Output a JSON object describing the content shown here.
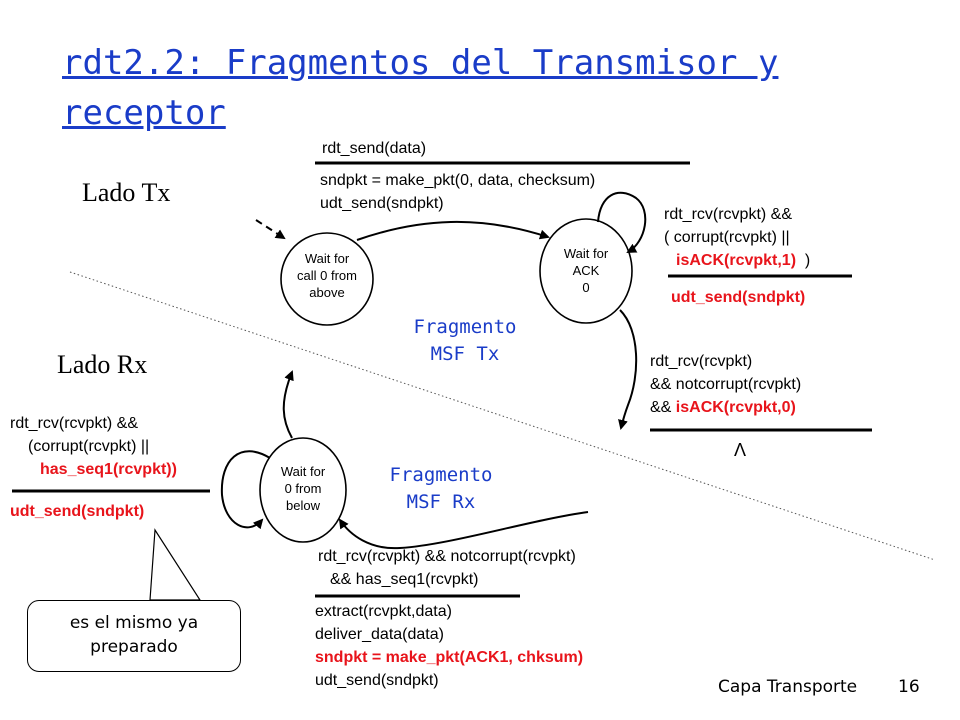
{
  "title": "rdt2.2: Fragmentos del Transmisor y receptor",
  "sides": {
    "tx": "Lado Tx",
    "rx": "Lado Rx"
  },
  "states": {
    "wait_call0": [
      "Wait for",
      "call 0 from",
      "above"
    ],
    "wait_ack0": [
      "Wait for",
      "ACK",
      "0"
    ],
    "wait_0_below": [
      "Wait for",
      "0 from",
      "below"
    ]
  },
  "fragments": {
    "tx": [
      "Fragmento",
      "MSF Tx"
    ],
    "rx": [
      "Fragmento",
      "MSF Rx"
    ]
  },
  "transitions": {
    "tx_send": {
      "event": "rdt_send(data)",
      "actions": [
        "sndpkt = make_pkt(0, data, checksum)",
        "udt_send(sndpkt)"
      ]
    },
    "tx_corrupt": {
      "event_line1": "rdt_rcv(rcvpkt) &&",
      "event_line2": "( corrupt(rcvpkt) ||",
      "event_line3_red": "isACK(rcvpkt,1)",
      "event_line3_tail": ")",
      "action_red": "udt_send(sndpkt)"
    },
    "tx_ack_ok": {
      "event_line1": "rdt_rcv(rcvpkt)",
      "event_line2": "&& notcorrupt(rcvpkt)",
      "event_line3_prefix": "&& ",
      "event_line3_red": "isACK(rcvpkt,0)",
      "action": "Λ"
    },
    "rx_corrupt": {
      "event_line1": "rdt_rcv(rcvpkt) &&",
      "event_line2": "(corrupt(rcvpkt) ||",
      "event_line3_red": "has_seq1(rcvpkt))",
      "action_red": "udt_send(sndpkt)"
    },
    "rx_ok": {
      "event_line1": "rdt_rcv(rcvpkt) && notcorrupt(rcvpkt)",
      "event_line2": "&& has_seq1(rcvpkt)",
      "action1": "extract(rcvpkt,data)",
      "action2": "deliver_data(data)",
      "action3_red": "sndpkt = make_pkt(ACK1, chksum)",
      "action4": "udt_send(sndpkt)"
    }
  },
  "callout": [
    "es el mismo ya",
    "preparado"
  ],
  "footer": {
    "chapter": "Capa Transporte",
    "page": "16"
  },
  "colors": {
    "title": "#1a3cc8",
    "highlight": "#e8141b"
  }
}
